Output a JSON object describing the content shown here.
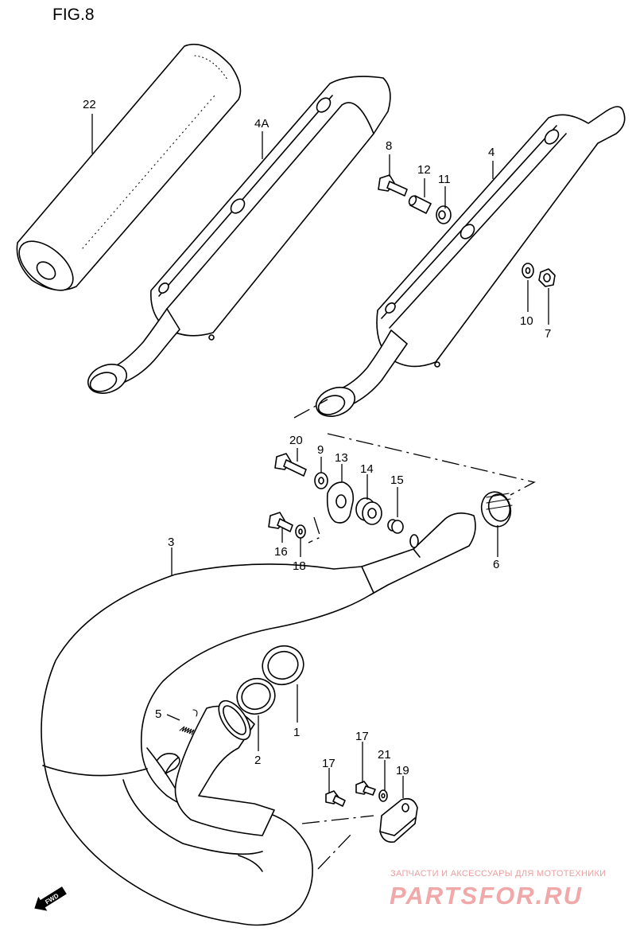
{
  "figure": {
    "title": "FIG.8"
  },
  "callouts": {
    "p1": "1",
    "p2": "2",
    "p3": "3",
    "p4": "4",
    "p4a": "4A",
    "p5": "5",
    "p6": "6",
    "p7": "7",
    "p8": "8",
    "p9": "9",
    "p10": "10",
    "p11": "11",
    "p12": "12",
    "p13": "13",
    "p14": "14",
    "p15": "15",
    "p16": "16",
    "p17a": "17",
    "p17b": "17",
    "p18": "18",
    "p19": "19",
    "p20": "20",
    "p21": "21",
    "p22": "22"
  },
  "direction_badge": {
    "label": "FWD",
    "icon": "forward-arrow-icon"
  },
  "watermark": {
    "tagline": "ЗАПЧАСТИ И АКСЕССУАРЫ ДЛЯ МОТОТЕХНИКИ",
    "brand": "PARTSFOR.RU",
    "color": "#f0a8a8"
  }
}
